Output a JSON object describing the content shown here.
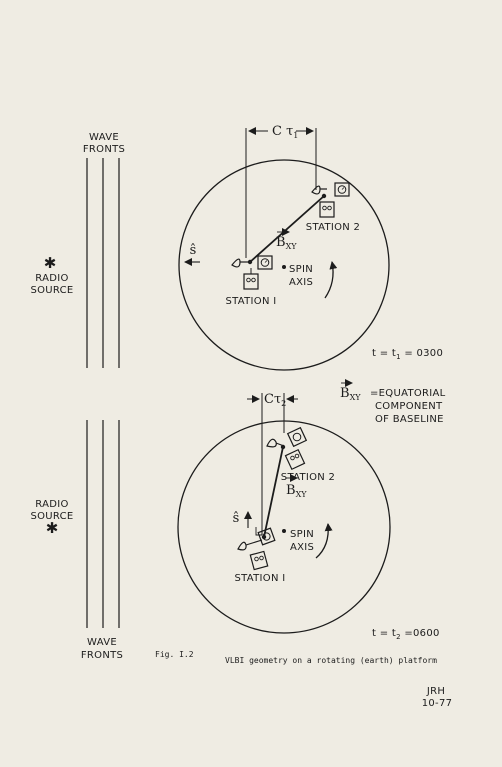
{
  "colors": {
    "paper": "#efece3",
    "ink": "#1c1c1c"
  },
  "top": {
    "wave_fronts_line1": "WAVE",
    "wave_fronts_line2": "FRONTS",
    "star": "✱",
    "radio_source_line1": "RADIO",
    "radio_source_line2": "SOURCE",
    "c_tau": "C τ",
    "c_tau_sub": "1",
    "s_hat": "ŝ",
    "b_xy": "B",
    "b_xy_sub": "XY",
    "station1": "STATION I",
    "station2": "STATION 2",
    "spin_line1": "SPIN",
    "spin_line2": "AXIS",
    "time_label": "t = t",
    "time_sub": "1",
    "time_value": " = 0300"
  },
  "legend": {
    "b": "B",
    "b_sub": "XY",
    "line1": "=EQUATORIAL",
    "line2": "COMPONENT",
    "line3": "OF BASELINE"
  },
  "bottom": {
    "wave_fronts_line1": "WAVE",
    "wave_fronts_line2": "FRONTS",
    "star": "✱",
    "radio_source_line1": "RADIO",
    "radio_source_line2": "SOURCE",
    "c_tau": "Cτ",
    "c_tau_sub": "2",
    "s_hat": "ŝ",
    "b_xy": "B",
    "b_xy_sub": "XY",
    "station1": "STATION I",
    "station2": "STATION 2",
    "spin_line1": "SPIN",
    "spin_line2": "AXIS",
    "time_label": "t = t",
    "time_sub": "2",
    "time_value": " =0600"
  },
  "caption": {
    "fig": "Fig. I.2",
    "text": "VLBI geometry on a rotating (earth) platform"
  },
  "initials": {
    "name": "JRH",
    "date": "10-77"
  }
}
